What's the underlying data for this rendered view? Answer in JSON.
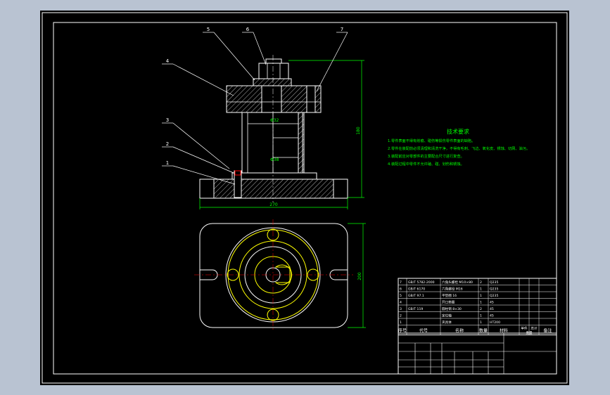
{
  "colors": {
    "background_outer": "#b9c3d2",
    "sheet": "#000000",
    "border": "#ffffff",
    "outline": "#ffffff",
    "hatch": "#ffffff",
    "dimension": "#00ff00",
    "leader": "#ffffff",
    "notes": "#00ff00",
    "circle_yellow": "#ffff00",
    "red_mark": "#ff0000",
    "table_lines": "#ffffff",
    "table_text": "#ffffff"
  },
  "part_callouts": [
    "1",
    "2",
    "3",
    "4",
    "5",
    "6",
    "7"
  ],
  "dimensions": {
    "height": "180",
    "width_front": "270",
    "height_top": "200",
    "label_a": "Φ32",
    "label_b": "Φ38"
  },
  "tech_notes": {
    "title": "技术要求",
    "lines": [
      "1.零件表面不得有划痕、碰伤等损伤零件表面的缺陷。",
      "2.零件在装配前必须清理和清洗干净，不得有毛刺、飞边、氧化皮、锈蚀、切屑、油污。",
      "3.装配前应对零部件的主要配合尺寸进行复查。",
      "4.装配过程中零件不允许磕、碰、划伤和锈蚀。"
    ]
  },
  "bom": {
    "rows": [
      {
        "no": "7",
        "code": "GB/T 5782-2000",
        "name": "六角头螺栓 M10×80",
        "qty": "2",
        "material": "Q235",
        "note": ""
      },
      {
        "no": "6",
        "code": "GB/T 6170",
        "name": "六角螺母 M16",
        "qty": "1",
        "material": "Q235",
        "note": ""
      },
      {
        "no": "5",
        "code": "GB/T 97.1",
        "name": "平垫圈 16",
        "qty": "1",
        "material": "Q235",
        "note": ""
      },
      {
        "no": "4",
        "code": "",
        "name": "开口垫圈",
        "qty": "1",
        "material": "45",
        "note": ""
      },
      {
        "no": "3",
        "code": "GB/T 119",
        "name": "圆柱销 8×30",
        "qty": "2",
        "material": "45",
        "note": ""
      },
      {
        "no": "2",
        "code": "",
        "name": "定位轴",
        "qty": "1",
        "material": "45",
        "note": ""
      },
      {
        "no": "1",
        "code": "",
        "name": "夹具体",
        "qty": "1",
        "material": "HT200",
        "note": ""
      }
    ],
    "header": {
      "no": "序号",
      "code": "代号",
      "name": "名称",
      "qty": "数量",
      "material": "材料",
      "single": "单件",
      "total": "总计",
      "weight": "重量",
      "note": "备注"
    }
  }
}
